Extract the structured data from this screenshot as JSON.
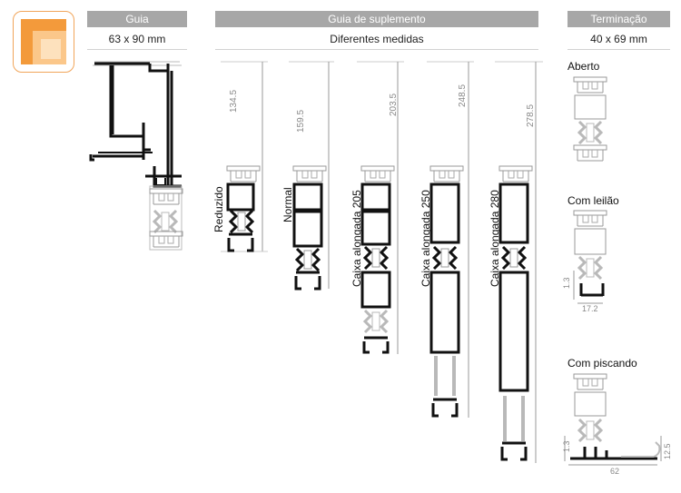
{
  "columns": {
    "guia": {
      "header": "Guia",
      "dimension": "63 x 90 mm"
    },
    "suplemento": {
      "header": "Guia de suplemento",
      "dimension": "Diferentes medidas"
    },
    "terminacao": {
      "header": "Terminação",
      "dimension": "40 x 69 mm"
    }
  },
  "suplementos": [
    {
      "name": "Reduzido",
      "height": "134.5"
    },
    {
      "name": "Normal",
      "height": "159.5"
    },
    {
      "name": "Caixa alongada 205",
      "height": "203.5"
    },
    {
      "name": "Caixa alongada 250",
      "height": "248.5"
    },
    {
      "name": "Caixa alongada 280",
      "height": "278.5"
    }
  ],
  "terminacoes": [
    {
      "name": "Aberto"
    },
    {
      "name": "Com leilão",
      "dim_h": "1.3",
      "dim_w": "17.2"
    },
    {
      "name": "Com piscando",
      "dim_h": "1.3",
      "dim_w": "62",
      "dim_side": "12.5"
    }
  ],
  "colors": {
    "header_bg": "#a7a7a7",
    "logo_orange": "#f39a3b",
    "logo_light": "#fbc78a",
    "profile_dark": "#111111",
    "profile_light": "#b9b9b9",
    "dim_line": "#999999"
  }
}
